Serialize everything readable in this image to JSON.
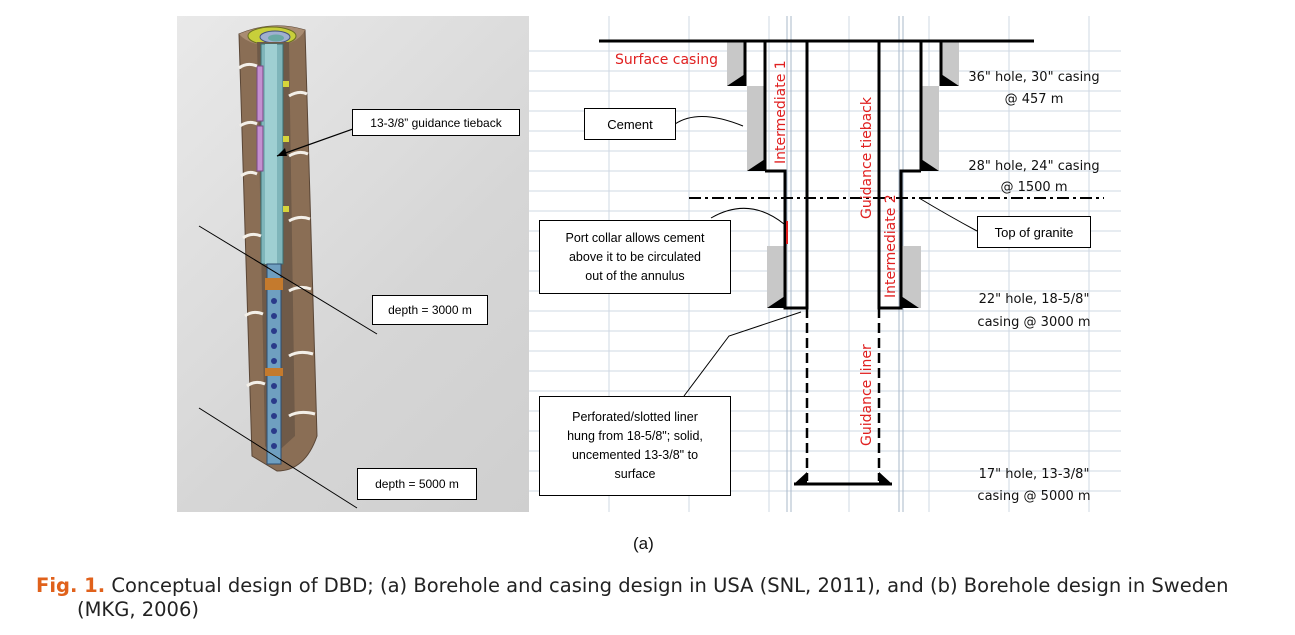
{
  "left_panel": {
    "callouts": {
      "guidance_tieback": "13-3/8” guidance tieback",
      "depth_3000": "depth = 3000 m",
      "depth_5000": "depth = 5000 m"
    }
  },
  "right_panel": {
    "labels": {
      "surface_casing": "Surface casing",
      "intermediate_1": "Intermediate 1",
      "guidance_tieback": "Guidance tieback",
      "intermediate_2": "Intermediate 2",
      "guidance_liner": "Guidance liner"
    },
    "boxes": {
      "cement": "Cement",
      "port_collar": [
        "Port collar allows cement",
        "above it to be circulated",
        "out of the annulus"
      ],
      "top_of_granite": "Top of granite",
      "perforated": [
        "Perforated/slotted liner",
        "hung from 18-5/8\"; solid,",
        "uncemented 13-3/8\" to",
        "surface"
      ]
    },
    "specs": {
      "s1": [
        "36\" hole, 30\" casing",
        "@ 457 m"
      ],
      "s2": [
        "28\" hole, 24\" casing",
        "@ 1500 m"
      ],
      "s3": [
        "22\" hole, 18-5/8\"",
        "casing @ 3000 m"
      ],
      "s4": [
        "17\" hole, 13-3/8\"",
        "casing @ 5000 m"
      ]
    },
    "colors": {
      "red_label": "#e02020",
      "cement": "#c8c8c8",
      "grid": "#cfd8e3"
    }
  },
  "sublabel": "(a)",
  "caption": {
    "figlabel": "Fig. 1.",
    "line1": "Conceptual design of DBD; (a) Borehole and casing design in USA (SNL, 2011), and (b) Borehole design in Sweden",
    "line2": "(MKG, 2006)"
  }
}
